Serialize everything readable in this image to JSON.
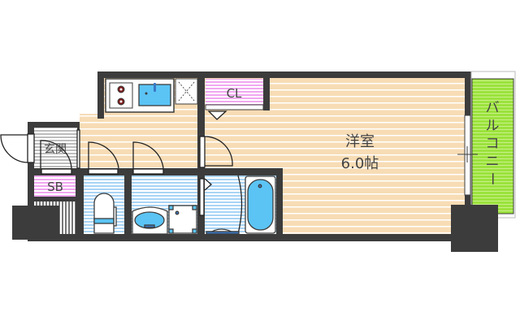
{
  "rooms": {
    "western_room": {
      "name": "洋室",
      "size": "6.0帖"
    },
    "closet": "CL",
    "entrance": "玄関",
    "shoe_box": "SB",
    "balcony": [
      "バ",
      "ル",
      "コ",
      "ニ",
      "ー"
    ]
  },
  "colors": {
    "wall": "#3c3c3c",
    "floor_wood": "#f7dcb5",
    "wet_area": "#a9d4f5",
    "storage": "#f0a8f0",
    "balcony": "#9be23c",
    "fixture_blue": "#5bc4f5",
    "entrance_tile": "#c8c8c8"
  }
}
